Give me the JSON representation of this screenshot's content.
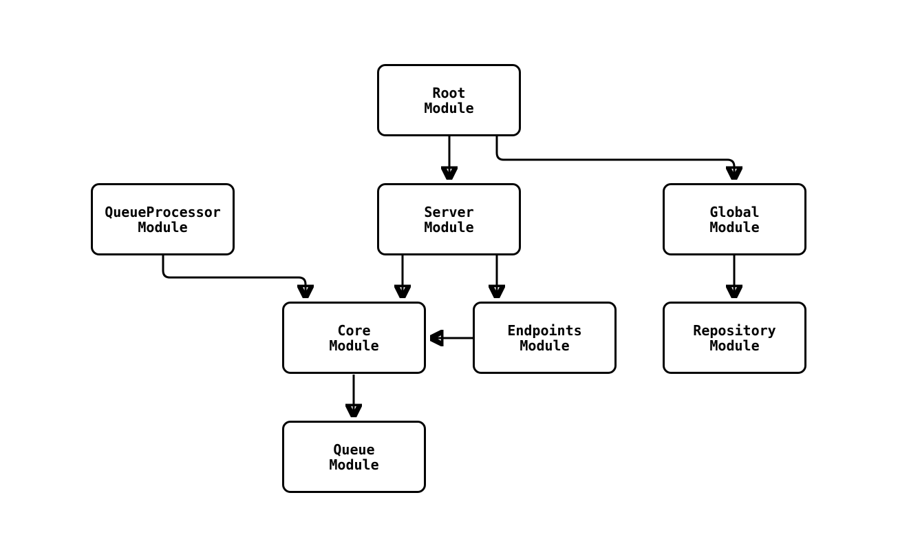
{
  "diagram": {
    "type": "flowchart",
    "background_color": "#ffffff",
    "line_color": "#000000",
    "box_fill_color": "#ffffff",
    "nodes": {
      "root": {
        "label": "Root\nModule"
      },
      "queueprocessor": {
        "label": "QueueProcessor\nModule"
      },
      "server": {
        "label": "Server\nModule"
      },
      "global": {
        "label": "Global\nModule"
      },
      "core": {
        "label": "Core\nModule"
      },
      "endpoints": {
        "label": "Endpoints\nModule"
      },
      "repository": {
        "label": "Repository\nModule"
      },
      "queue": {
        "label": "Queue\nModule"
      }
    },
    "edges": [
      {
        "from": "Root Module",
        "to": "Server Module"
      },
      {
        "from": "Root Module",
        "to": "Global Module"
      },
      {
        "from": "QueueProcessor Module",
        "to": "Core Module"
      },
      {
        "from": "Server Module",
        "to": "Core Module"
      },
      {
        "from": "Server Module",
        "to": "Endpoints Module"
      },
      {
        "from": "Endpoints Module",
        "to": "Core Module"
      },
      {
        "from": "Global Module",
        "to": "Repository Module"
      },
      {
        "from": "Core Module",
        "to": "Queue Module"
      }
    ]
  }
}
